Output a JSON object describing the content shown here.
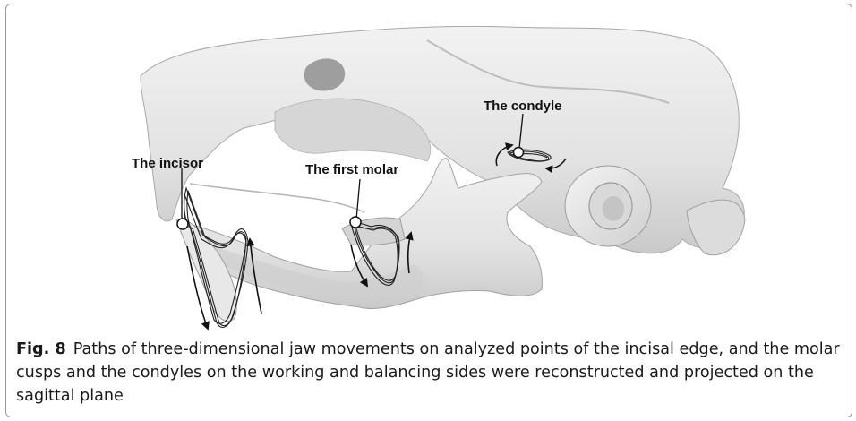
{
  "figure": {
    "annotations": {
      "incisor": "The incisor",
      "first_molar": "The first molar",
      "condyle": "The condyle"
    }
  },
  "caption": {
    "label": "Fig. 8",
    "text": "Paths of three-dimensional jaw movements on analyzed points of the incisal edge, and the molar cusps and the condyles on the working and balancing sides were reconstructed and projected on the sagittal plane"
  }
}
